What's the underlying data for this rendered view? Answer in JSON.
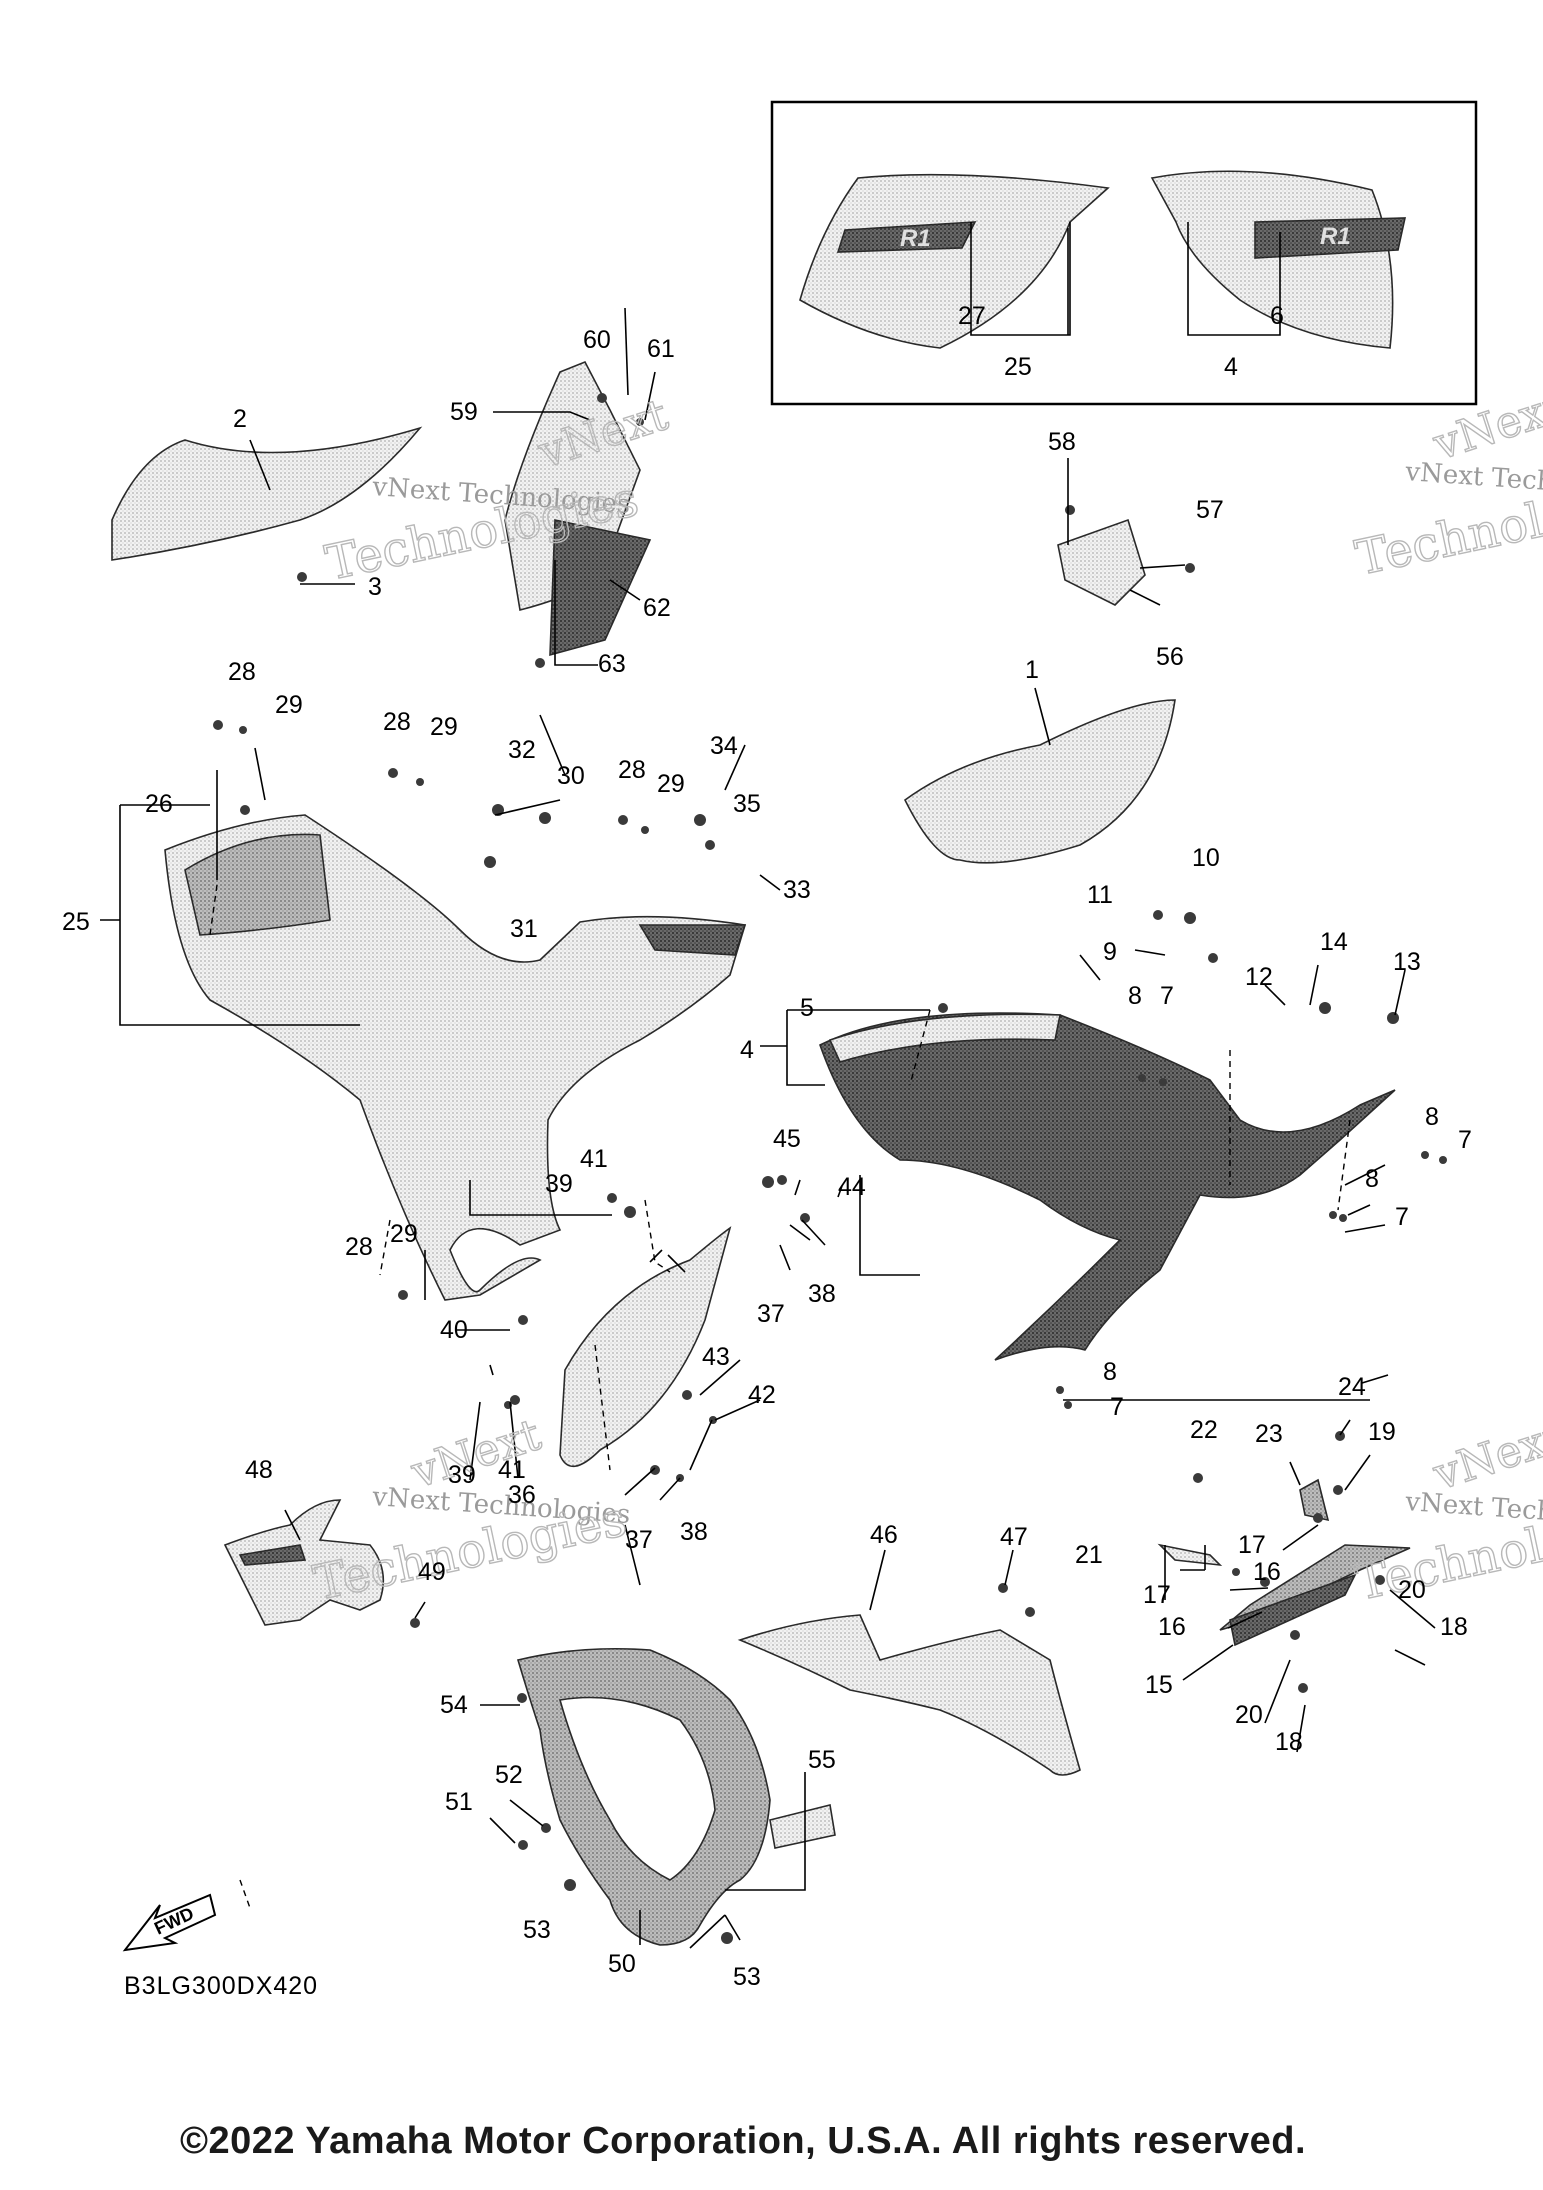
{
  "diagram": {
    "code": "B3LG300DX420",
    "copyright": "©2022 Yamaha Motor Corporation, U.S.A. All rights reserved.",
    "fwd_label": "FWD",
    "watermark": {
      "line1": "vNext Technologies",
      "line2": "vNext",
      "line3": "Technologies"
    },
    "decal_text": "R1",
    "callouts": [
      {
        "id": "c60",
        "label": "60"
      },
      {
        "id": "c61",
        "label": "61"
      },
      {
        "id": "c59",
        "label": "59"
      },
      {
        "id": "c2",
        "label": "2"
      },
      {
        "id": "c3",
        "label": "3"
      },
      {
        "id": "c62",
        "label": "62"
      },
      {
        "id": "c63",
        "label": "63"
      },
      {
        "id": "c27",
        "label": "27"
      },
      {
        "id": "c25a",
        "label": "25"
      },
      {
        "id": "c6",
        "label": "6"
      },
      {
        "id": "c4a",
        "label": "4"
      },
      {
        "id": "c58",
        "label": "58"
      },
      {
        "id": "c57",
        "label": "57"
      },
      {
        "id": "c56",
        "label": "56"
      },
      {
        "id": "c1",
        "label": "1"
      },
      {
        "id": "c28a",
        "label": "28"
      },
      {
        "id": "c29a",
        "label": "29"
      },
      {
        "id": "c28b",
        "label": "28"
      },
      {
        "id": "c29b",
        "label": "29"
      },
      {
        "id": "c32",
        "label": "32"
      },
      {
        "id": "c30",
        "label": "30"
      },
      {
        "id": "c31",
        "label": "31"
      },
      {
        "id": "c28c",
        "label": "28"
      },
      {
        "id": "c29c",
        "label": "29"
      },
      {
        "id": "c34",
        "label": "34"
      },
      {
        "id": "c35",
        "label": "35"
      },
      {
        "id": "c33",
        "label": "33"
      },
      {
        "id": "c26",
        "label": "26"
      },
      {
        "id": "c25b",
        "label": "25"
      },
      {
        "id": "c10",
        "label": "10"
      },
      {
        "id": "c11",
        "label": "11"
      },
      {
        "id": "c9",
        "label": "9"
      },
      {
        "id": "c14",
        "label": "14"
      },
      {
        "id": "c12",
        "label": "12"
      },
      {
        "id": "c13",
        "label": "13"
      },
      {
        "id": "c5",
        "label": "5"
      },
      {
        "id": "c4b",
        "label": "4"
      },
      {
        "id": "c8a",
        "label": "8"
      },
      {
        "id": "c7a",
        "label": "7"
      },
      {
        "id": "c8b",
        "label": "8"
      },
      {
        "id": "c7b",
        "label": "7"
      },
      {
        "id": "c8c",
        "label": "8"
      },
      {
        "id": "c7c",
        "label": "7"
      },
      {
        "id": "c8d",
        "label": "8"
      },
      {
        "id": "c7d",
        "label": "7"
      },
      {
        "id": "c45",
        "label": "45"
      },
      {
        "id": "c44",
        "label": "44"
      },
      {
        "id": "c41a",
        "label": "41"
      },
      {
        "id": "c39a",
        "label": "39"
      },
      {
        "id": "c37a",
        "label": "37"
      },
      {
        "id": "c38a",
        "label": "38"
      },
      {
        "id": "c28d",
        "label": "28"
      },
      {
        "id": "c29d",
        "label": "29"
      },
      {
        "id": "c40",
        "label": "40"
      },
      {
        "id": "c43",
        "label": "43"
      },
      {
        "id": "c42",
        "label": "42"
      },
      {
        "id": "c39b",
        "label": "39"
      },
      {
        "id": "c41b",
        "label": "41"
      },
      {
        "id": "c36",
        "label": "36"
      },
      {
        "id": "c37b",
        "label": "37"
      },
      {
        "id": "c38b",
        "label": "38"
      },
      {
        "id": "c48",
        "label": "48"
      },
      {
        "id": "c49",
        "label": "49"
      },
      {
        "id": "c46",
        "label": "46"
      },
      {
        "id": "c47",
        "label": "47"
      },
      {
        "id": "c22",
        "label": "22"
      },
      {
        "id": "c23",
        "label": "23"
      },
      {
        "id": "c24",
        "label": "24"
      },
      {
        "id": "c19",
        "label": "19"
      },
      {
        "id": "c21",
        "label": "21"
      },
      {
        "id": "c17a",
        "label": "17"
      },
      {
        "id": "c16a",
        "label": "16"
      },
      {
        "id": "c17b",
        "label": "17"
      },
      {
        "id": "c16b",
        "label": "16"
      },
      {
        "id": "c20a",
        "label": "20"
      },
      {
        "id": "c18a",
        "label": "18"
      },
      {
        "id": "c15",
        "label": "15"
      },
      {
        "id": "c20b",
        "label": "20"
      },
      {
        "id": "c18b",
        "label": "18"
      },
      {
        "id": "c54",
        "label": "54"
      },
      {
        "id": "c52",
        "label": "52"
      },
      {
        "id": "c51",
        "label": "51"
      },
      {
        "id": "c55",
        "label": "55"
      },
      {
        "id": "c53a",
        "label": "53"
      },
      {
        "id": "c50",
        "label": "50"
      },
      {
        "id": "c53b",
        "label": "53"
      }
    ]
  }
}
